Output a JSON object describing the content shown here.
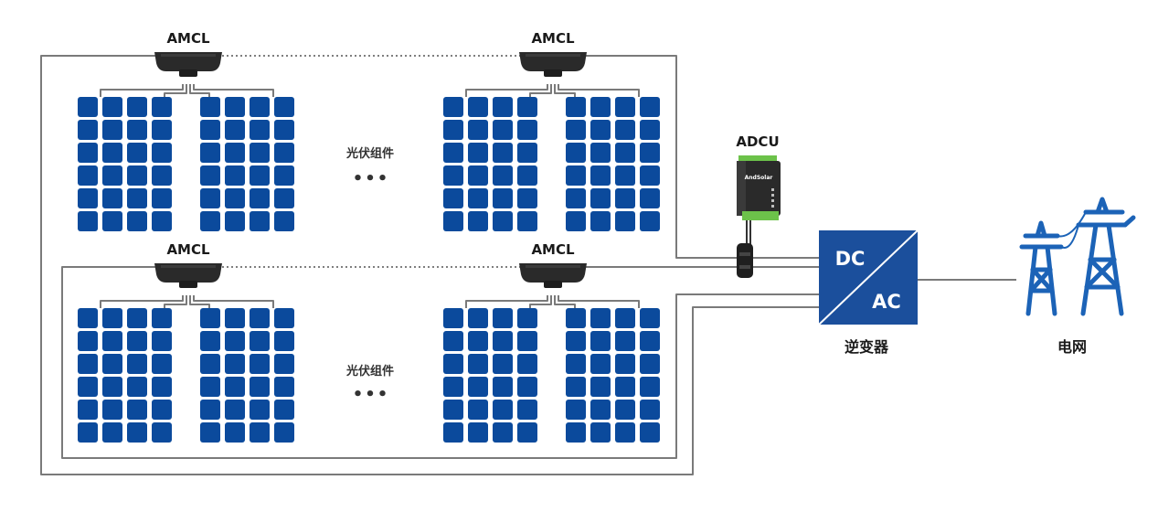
{
  "colors": {
    "panel": "#0b4a9c",
    "inverter": "#1b4f9c",
    "tower": "#1c63b7",
    "wire": "#7a7a7a",
    "device": "#2a2a2a",
    "terminal": "#6cc24a"
  },
  "labels": {
    "amcl_top_left": "AMCL",
    "amcl_top_right": "AMCL",
    "amcl_bottom_left": "AMCL",
    "amcl_bottom_right": "AMCL",
    "adcu": "ADCU",
    "adcu_brand": "AndSolar",
    "pv_top": "光伏组件",
    "pv_bottom": "光伏组件",
    "dots": "•••",
    "inverter_dc": "DC",
    "inverter_ac": "AC",
    "inverter": "逆变器",
    "grid": "电网"
  },
  "icons": {
    "optimizer": "amcl-box-icon",
    "controller": "adcu-device-icon",
    "clip": "cable-clip-icon",
    "grid": "power-tower-icon",
    "solar": "solar-panel-icon"
  }
}
